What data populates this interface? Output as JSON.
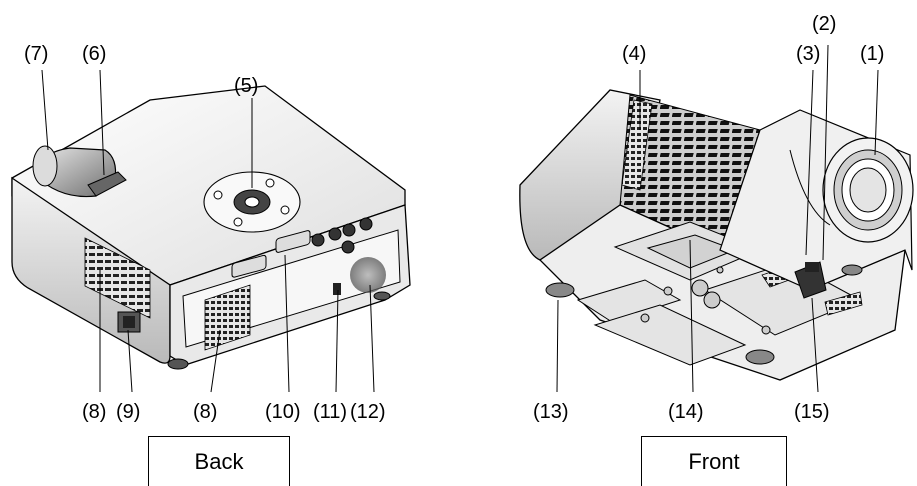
{
  "back_view": {
    "caption": "Back",
    "callouts": {
      "c7": "(7)",
      "c6": "(6)",
      "c5": "(5)",
      "c8a": "(8)",
      "c9": "(9)",
      "c8b": "(8)",
      "c10": "(10)",
      "c11": "(11)",
      "c12": "(12)"
    }
  },
  "front_view": {
    "caption": "Front",
    "callouts": {
      "c4": "(4)",
      "c2": "(2)",
      "c3": "(3)",
      "c1": "(1)",
      "c13": "(13)",
      "c14": "(14)",
      "c15": "(15)"
    }
  },
  "colors": {
    "line": "#000000",
    "body_light": "#f4f4f4",
    "body_mid": "#d6d6d6",
    "body_dark": "#8a8a8a",
    "vent": "#1a1a1a"
  }
}
